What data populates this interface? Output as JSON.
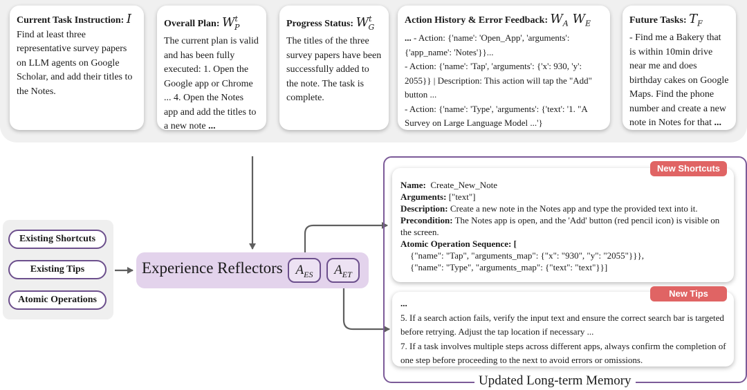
{
  "tasks": {
    "current": {
      "title": "Current Task Instruction:",
      "symbol": "I",
      "body": "Find at least three representative survey papers on LLM agents on Google Scholar, and add their titles to the Notes."
    },
    "plan": {
      "title": "Overall Plan:",
      "symbol_base": "W",
      "symbol_sub": "P",
      "symbol_sup": "t",
      "body": "The current plan is valid and has been fully executed: 1. Open the Google app or Chrome ... 4. Open the Notes app and add the titles to a new note",
      "tail": "..."
    },
    "progress": {
      "title": "Progress Status:",
      "symbol_base": "W",
      "symbol_sub": "G",
      "symbol_sup": "t",
      "body": "The titles of the three survey papers have been successfully added to the note. The task is complete."
    },
    "history": {
      "title": "Action History & Error Feedback:",
      "symbol": "W",
      "symbol_sub_a": "A",
      "symbol_sub_e": "E",
      "lead": "...",
      "line1": " - Action: {'name': 'Open_App', 'arguments': {'app_name': 'Notes'}}...",
      "line2": "- Action: {'name': 'Tap', 'arguments': {'x': 930, 'y': 2055}} | Description: This action will tap the \"Add\" button ...",
      "line3": "- Action: {'name': 'Type', 'arguments': {'text': '1. \"A Survey on Large Language Model ...'}"
    },
    "future": {
      "title": "Future Tasks:",
      "symbol": "T",
      "symbol_sub": "F",
      "body": "- Find me a Bakery that is within 10min drive near me and does birthday cakes on Google Maps. Find the phone number and create a new note in Notes for that",
      "tail": "..."
    }
  },
  "inputs": {
    "shortcuts": "Existing Shortcuts",
    "tips": "Existing Tips",
    "atomic": "Atomic Operations"
  },
  "reflector": {
    "label": "Experience Reflectors",
    "agent_es_base": "A",
    "agent_es_sub": "ES",
    "agent_et_base": "A",
    "agent_et_sub": "ET"
  },
  "memory": {
    "label": "Updated Long-term Memory",
    "shortcuts_badge": "New Shortcuts",
    "tips_badge": "New Tips",
    "shortcut": {
      "name_label": "Name:",
      "name_value": "Create_New_Note",
      "args_label": "Arguments:",
      "args_value": "[\"text\"]",
      "desc_label": "Description:",
      "desc_value": "Create a new note in the Notes app and type the provided text into it.",
      "pre_label": "Precondition:",
      "pre_value": "The Notes app is open, and the 'Add' button (red pencil icon) is visible on the screen.",
      "seq_label": "Atomic Operation Sequence",
      "seq_open": ": [",
      "seq_line1": "{\"name\": \"Tap\", \"arguments_map\": {\"x\": \"930\", \"y\": \"2055\"}}},",
      "seq_line2": "{\"name\": \"Type\", \"arguments_map\": {\"text\": \"text\"}}]"
    },
    "tips": {
      "lead": "...",
      "tip5": "5. If a search action fails, verify the input text and ensure the correct search bar is targeted before retrying. Adjust the tap location if necessary ...",
      "tip7": "7. If a task involves multiple steps across different apps, always confirm the completion of one step before proceeding to the next to avoid errors or omissions."
    }
  },
  "colors": {
    "accent_purple": "#7b5a98",
    "reflector_fill": "#e3d3ec",
    "badge_red": "#e06464",
    "arrow_gray": "#5f5f5f"
  }
}
